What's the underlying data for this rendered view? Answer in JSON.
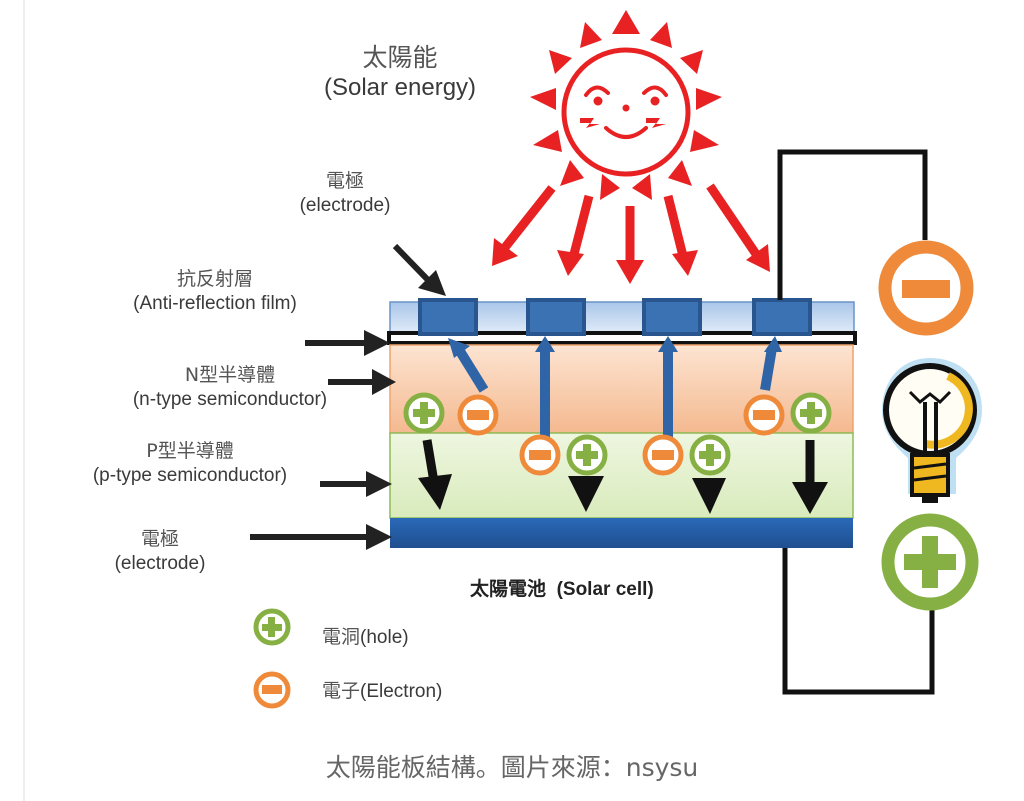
{
  "labels": {
    "solar_energy": {
      "zh": "太陽能",
      "en": "(Solar energy)"
    },
    "electrode_top": {
      "zh": "電極",
      "en": "(electrode)"
    },
    "anti_reflection": {
      "zh": "抗反射層",
      "en": "(Anti-reflection film)"
    },
    "n_type": {
      "zh": "N型半導體",
      "en": "(n-type semiconductor)"
    },
    "p_type": {
      "zh": "P型半導體",
      "en": "(p-type semiconductor)"
    },
    "electrode_bottom": {
      "zh": "電極",
      "en": "(electrode)"
    },
    "solar_cell": {
      "zh": "太陽電池",
      "en": "(Solar cell)"
    }
  },
  "legend": [
    {
      "symbol": "hole-icon",
      "zh": "電洞",
      "en": "(hole)"
    },
    {
      "symbol": "electron-icon",
      "zh": "電子",
      "en": "(Electron)"
    }
  ],
  "caption": "太陽能板結構。圖片來源：nsysu",
  "colors": {
    "sun_red": "#e82222",
    "electrode_blue": "#2f64a6",
    "film_light_blue": "#c6dbf2",
    "n_layer_orange": "#f7c9a6",
    "p_layer_green": "#e3f0cc",
    "bottom_electrode": "#2b68b4",
    "hole_green": "#86b043",
    "electron_orange": "#ee8a3a",
    "bulb_yellow": "#f0b820",
    "wire_black": "#111111"
  }
}
